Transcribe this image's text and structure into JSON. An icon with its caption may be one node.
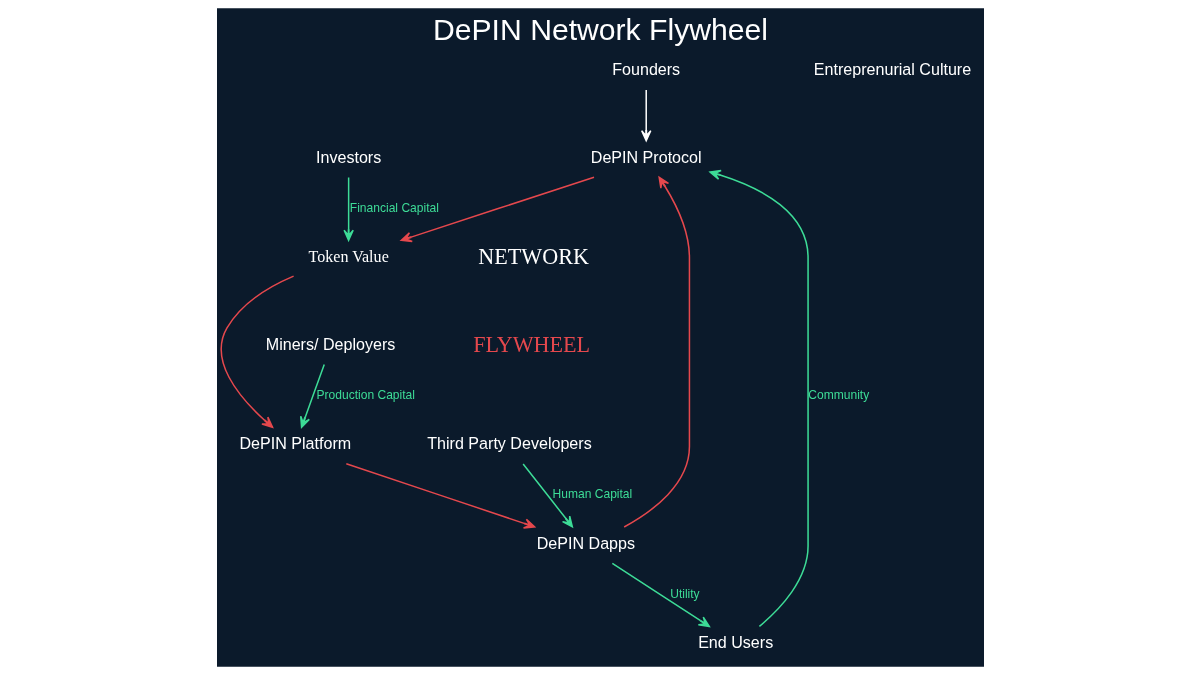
{
  "diagram": {
    "title": "DePIN Network Flywheel",
    "nodes": [
      {
        "text": [
          "Founders"
        ]
      },
      {
        "text": [
          "DePIN Protocol"
        ]
      },
      {
        "text": [
          "End Users"
        ]
      },
      {
        "text": [
          "Investors"
        ]
      },
      {
        "text": [
          "DePIN Dapps"
        ]
      },
      {
        "text": [
          "Token Value"
        ]
      },
      {
        "text": [
          "Third Party Developers"
        ]
      },
      {
        "text": [
          "DePIN Platform"
        ]
      },
      {
        "text": [
          "Miners/ Deployers"
        ]
      }
    ],
    "edges": [
      {
        "from": 1,
        "to": 5,
        "arrow": "to",
        "color": "#e5484d"
      },
      {
        "from": 5,
        "to": 7,
        "arrow": "to",
        "color": "#e5484d"
      },
      {
        "from": 7,
        "to": 4,
        "arrow": "to",
        "color": "#e5484d"
      },
      {
        "from": 4,
        "to": 1,
        "arrow": "to",
        "color": "#e5484d"
      },
      {
        "from": 0,
        "to": 1,
        "arrow": "to",
        "color": "#ffffff"
      },
      {
        "from": 2,
        "to": 1,
        "arrow": "to",
        "label": "Community"
      },
      {
        "from": 4,
        "to": 2,
        "arrow": "to",
        "label": "Utility"
      },
      {
        "from": 3,
        "to": 5,
        "arrow": "to",
        "label": "Financial Capital"
      },
      {
        "from": 8,
        "to": 7,
        "arrow": "to",
        "label": "Production Capital"
      },
      {
        "from": 6,
        "to": 4,
        "arrow": "to",
        "label": "Human Capital"
      }
    ],
    "labels": [
      "Entreprenurial Culture",
      "NETWORK",
      "FLYWHEEL"
    ]
  }
}
